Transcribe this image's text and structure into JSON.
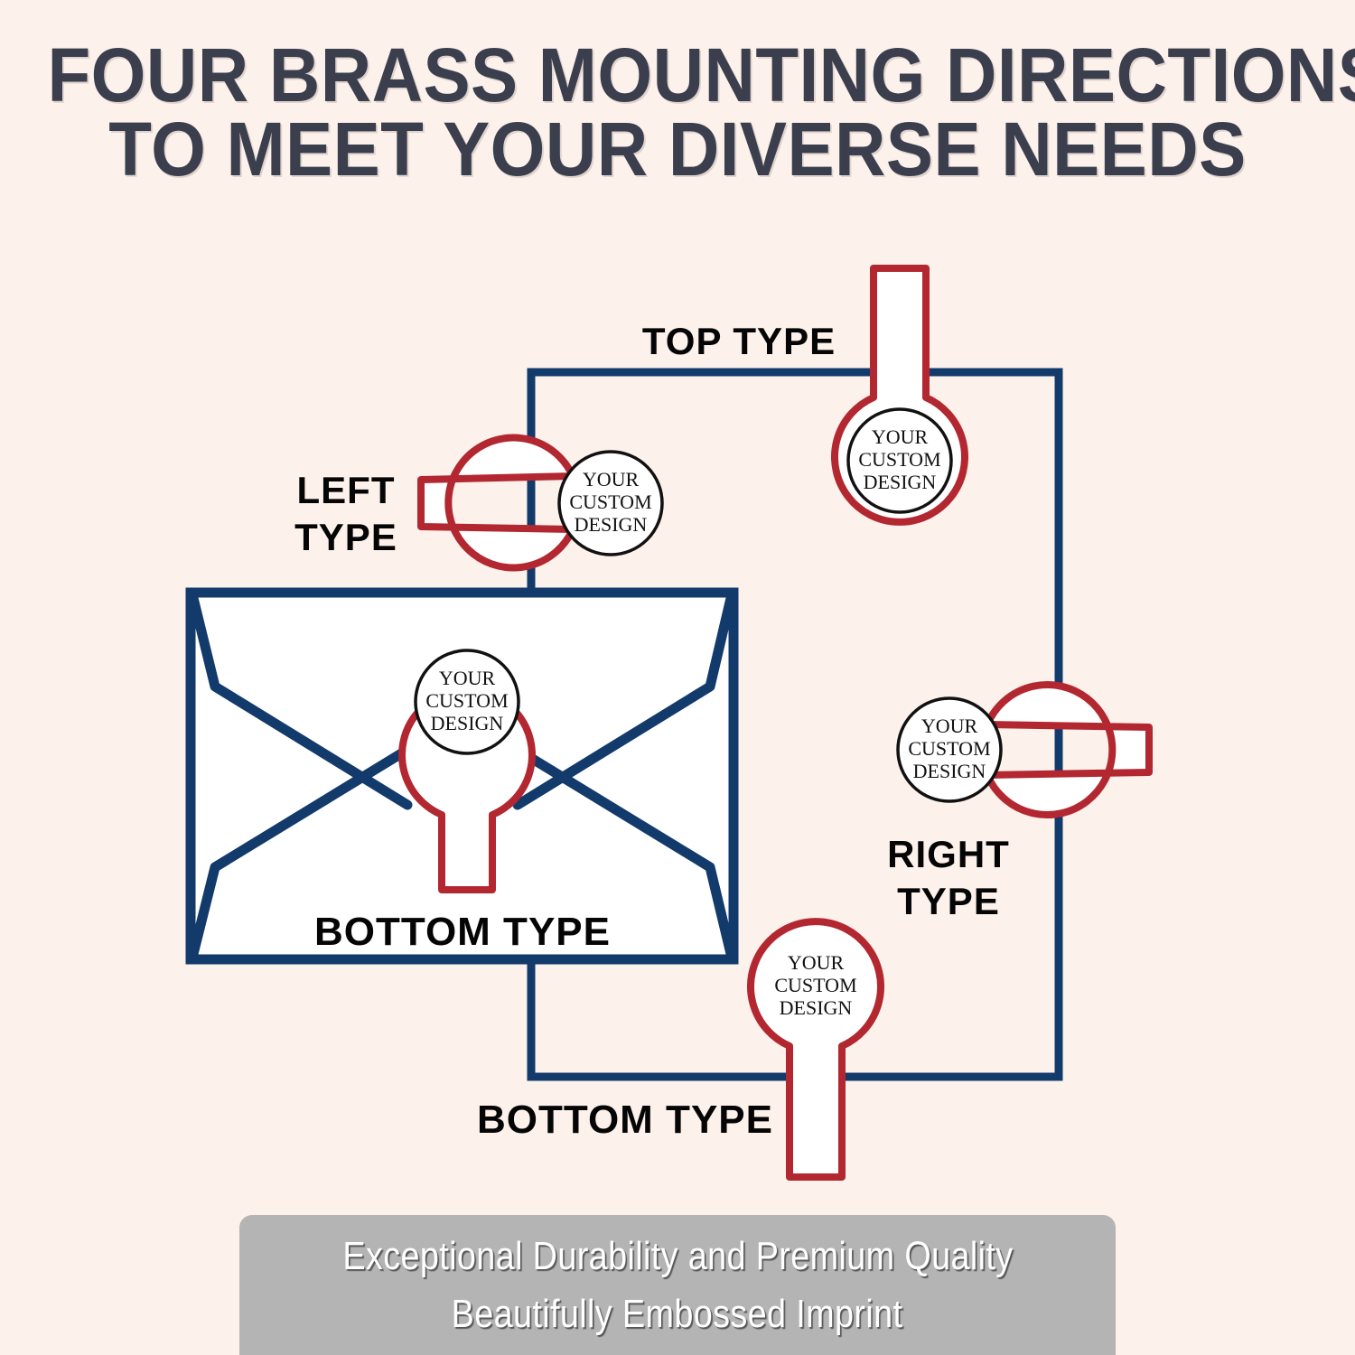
{
  "colors": {
    "background": "#fcf1eb",
    "title_text": "#3a3e4d",
    "envelope_stroke": "#123a6b",
    "frame_stroke": "#123a6b",
    "stamp_stroke": "#b22730",
    "stamp_fill": "#ffffff",
    "label_text": "#050505",
    "banner_fill": "#b4b4b4",
    "banner_text": "#ffffff"
  },
  "title": {
    "line1": "FOUR BRASS MOUNTING DIRECTIONS",
    "line2": "TO MEET YOUR DIVERSE NEEDS"
  },
  "diagram": {
    "labels": {
      "top": "TOP TYPE",
      "left_line1": "LEFT",
      "left_line2": "TYPE",
      "right_line1": "RIGHT",
      "right_line2": "TYPE",
      "bottom_envelope": "BOTTOM TYPE",
      "bottom_frame": "BOTTOM TYPE"
    },
    "stamps": [
      {
        "id": "top-type-stamp",
        "orientation": "handle-up",
        "text_line1": "YOUR",
        "text_line2": "CUSTOM",
        "text_line3": "DESIGN"
      },
      {
        "id": "left-type-stamp",
        "orientation": "handle-left",
        "text_line1": "YOUR",
        "text_line2": "CUSTOM",
        "text_line3": "DESIGN"
      },
      {
        "id": "right-type-stamp",
        "orientation": "handle-right",
        "text_line1": "YOUR",
        "text_line2": "CUSTOM",
        "text_line3": "DESIGN"
      },
      {
        "id": "bottom-type-stamp-frame",
        "orientation": "handle-down",
        "text_line1": "YOUR",
        "text_line2": "CUSTOM",
        "text_line3": "DESIGN"
      },
      {
        "id": "bottom-type-stamp-envelope",
        "orientation": "handle-down",
        "text_line1": "YOUR",
        "text_line2": "CUSTOM",
        "text_line3": "DESIGN"
      }
    ]
  },
  "footer": {
    "line1": "Exceptional Durability and Premium Quality",
    "line2": "Beautifully Embossed Imprint"
  }
}
